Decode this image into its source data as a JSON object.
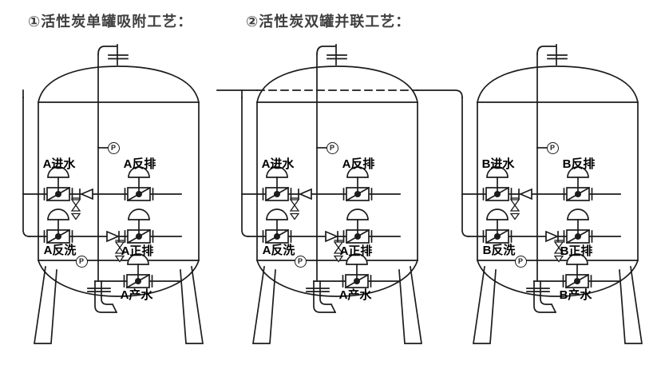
{
  "titles": {
    "process1": "①活性炭单罐吸附工艺：",
    "process2": "②活性炭双罐并联工艺："
  },
  "pressure_gauge_label": "P",
  "tanks": [
    {
      "id": "single-A",
      "labels": {
        "inlet": "A进水",
        "backwash_drain": "A反排",
        "backwash": "A反洗",
        "forward_drain": "A正排",
        "product": "A产水"
      }
    },
    {
      "id": "parallel-A",
      "labels": {
        "inlet": "A进水",
        "backwash_drain": "A反排",
        "backwash": "A反洗",
        "forward_drain": "A正排",
        "product": "A产水"
      }
    },
    {
      "id": "parallel-B",
      "labels": {
        "inlet": "B进水",
        "backwash_drain": "B反排",
        "backwash": "B反洗",
        "forward_drain": "B正排",
        "product": "B产水"
      }
    }
  ],
  "colors": {
    "line": "#1c1c1c",
    "title_text": "#3f3f3f",
    "label_text": "#000000",
    "background": "#ffffff"
  }
}
